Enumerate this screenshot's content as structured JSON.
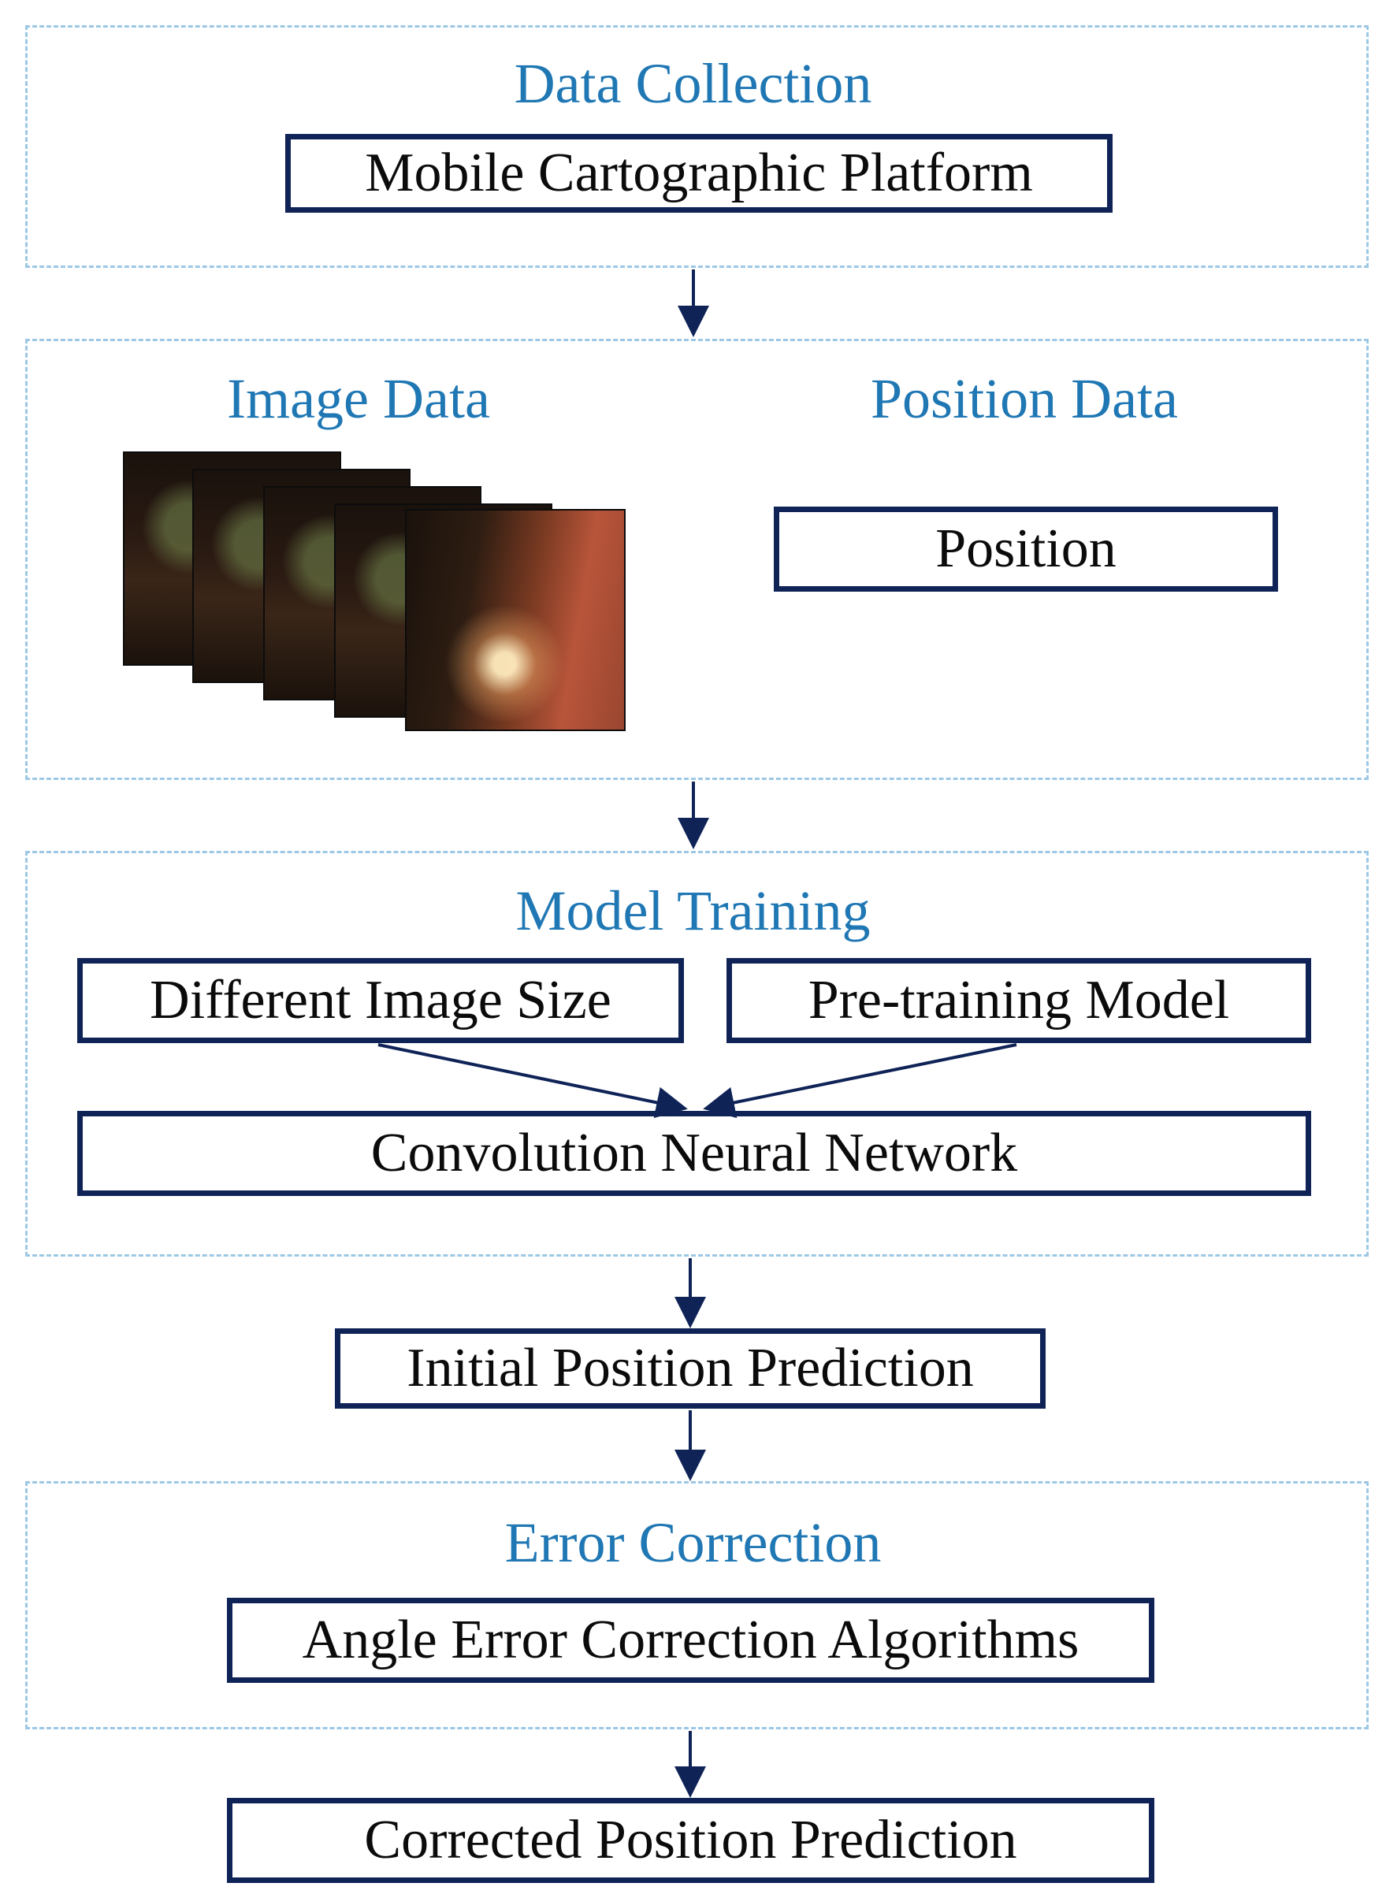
{
  "colors": {
    "section_border": "#9cc8e6",
    "section_title": "#1f77b4",
    "box_border": "#0f2357",
    "arrow": "#0f2357"
  },
  "sections": {
    "data_collection": {
      "title": "Data Collection",
      "box": "Mobile Cartographic Platform"
    },
    "data_split": {
      "image_title": "Image Data",
      "position_title": "Position Data",
      "position_box": "Position",
      "image_stack_icon": "image-frames-stack",
      "image_stack_count": 5
    },
    "model_training": {
      "title": "Model Training",
      "box_left": "Different Image Size",
      "box_right": "Pre-training Model",
      "box_bottom": "Convolution Neural Network"
    },
    "initial_prediction": {
      "box": "Initial Position Prediction"
    },
    "error_correction": {
      "title": "Error Correction",
      "box": "Angle Error Correction Algorithms"
    },
    "corrected_prediction": {
      "box": "Corrected Position Prediction"
    }
  }
}
